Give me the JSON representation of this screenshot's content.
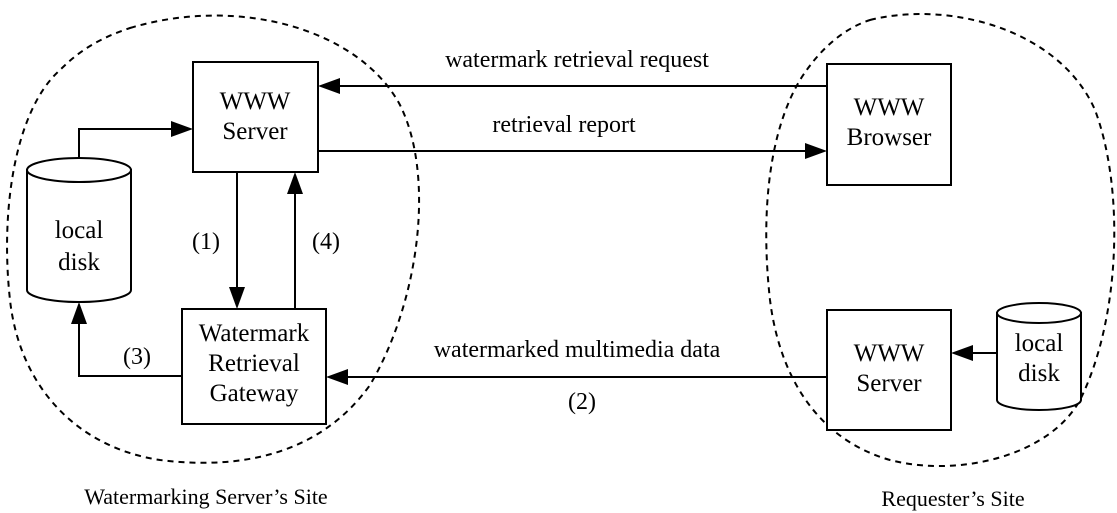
{
  "nodes": {
    "www_server_top": {
      "lines": [
        "WWW",
        "Server"
      ]
    },
    "gateway": {
      "lines": [
        "Watermark",
        "Retrieval",
        "Gateway"
      ]
    },
    "local_disk_left": {
      "lines": [
        "local",
        "disk"
      ]
    },
    "www_browser": {
      "lines": [
        "WWW",
        "Browser"
      ]
    },
    "www_server_right": {
      "lines": [
        "WWW",
        "Server"
      ]
    },
    "local_disk_right": {
      "lines": [
        "local",
        "disk"
      ]
    }
  },
  "edges": {
    "request": "watermark retrieval request",
    "report": "retrieval report",
    "data": "watermarked multimedia data",
    "step1": "(1)",
    "step2": "(2)",
    "step3": "(3)",
    "step4": "(4)"
  },
  "sites": {
    "left": "Watermarking Server’s Site",
    "right": "Requester’s Site"
  }
}
